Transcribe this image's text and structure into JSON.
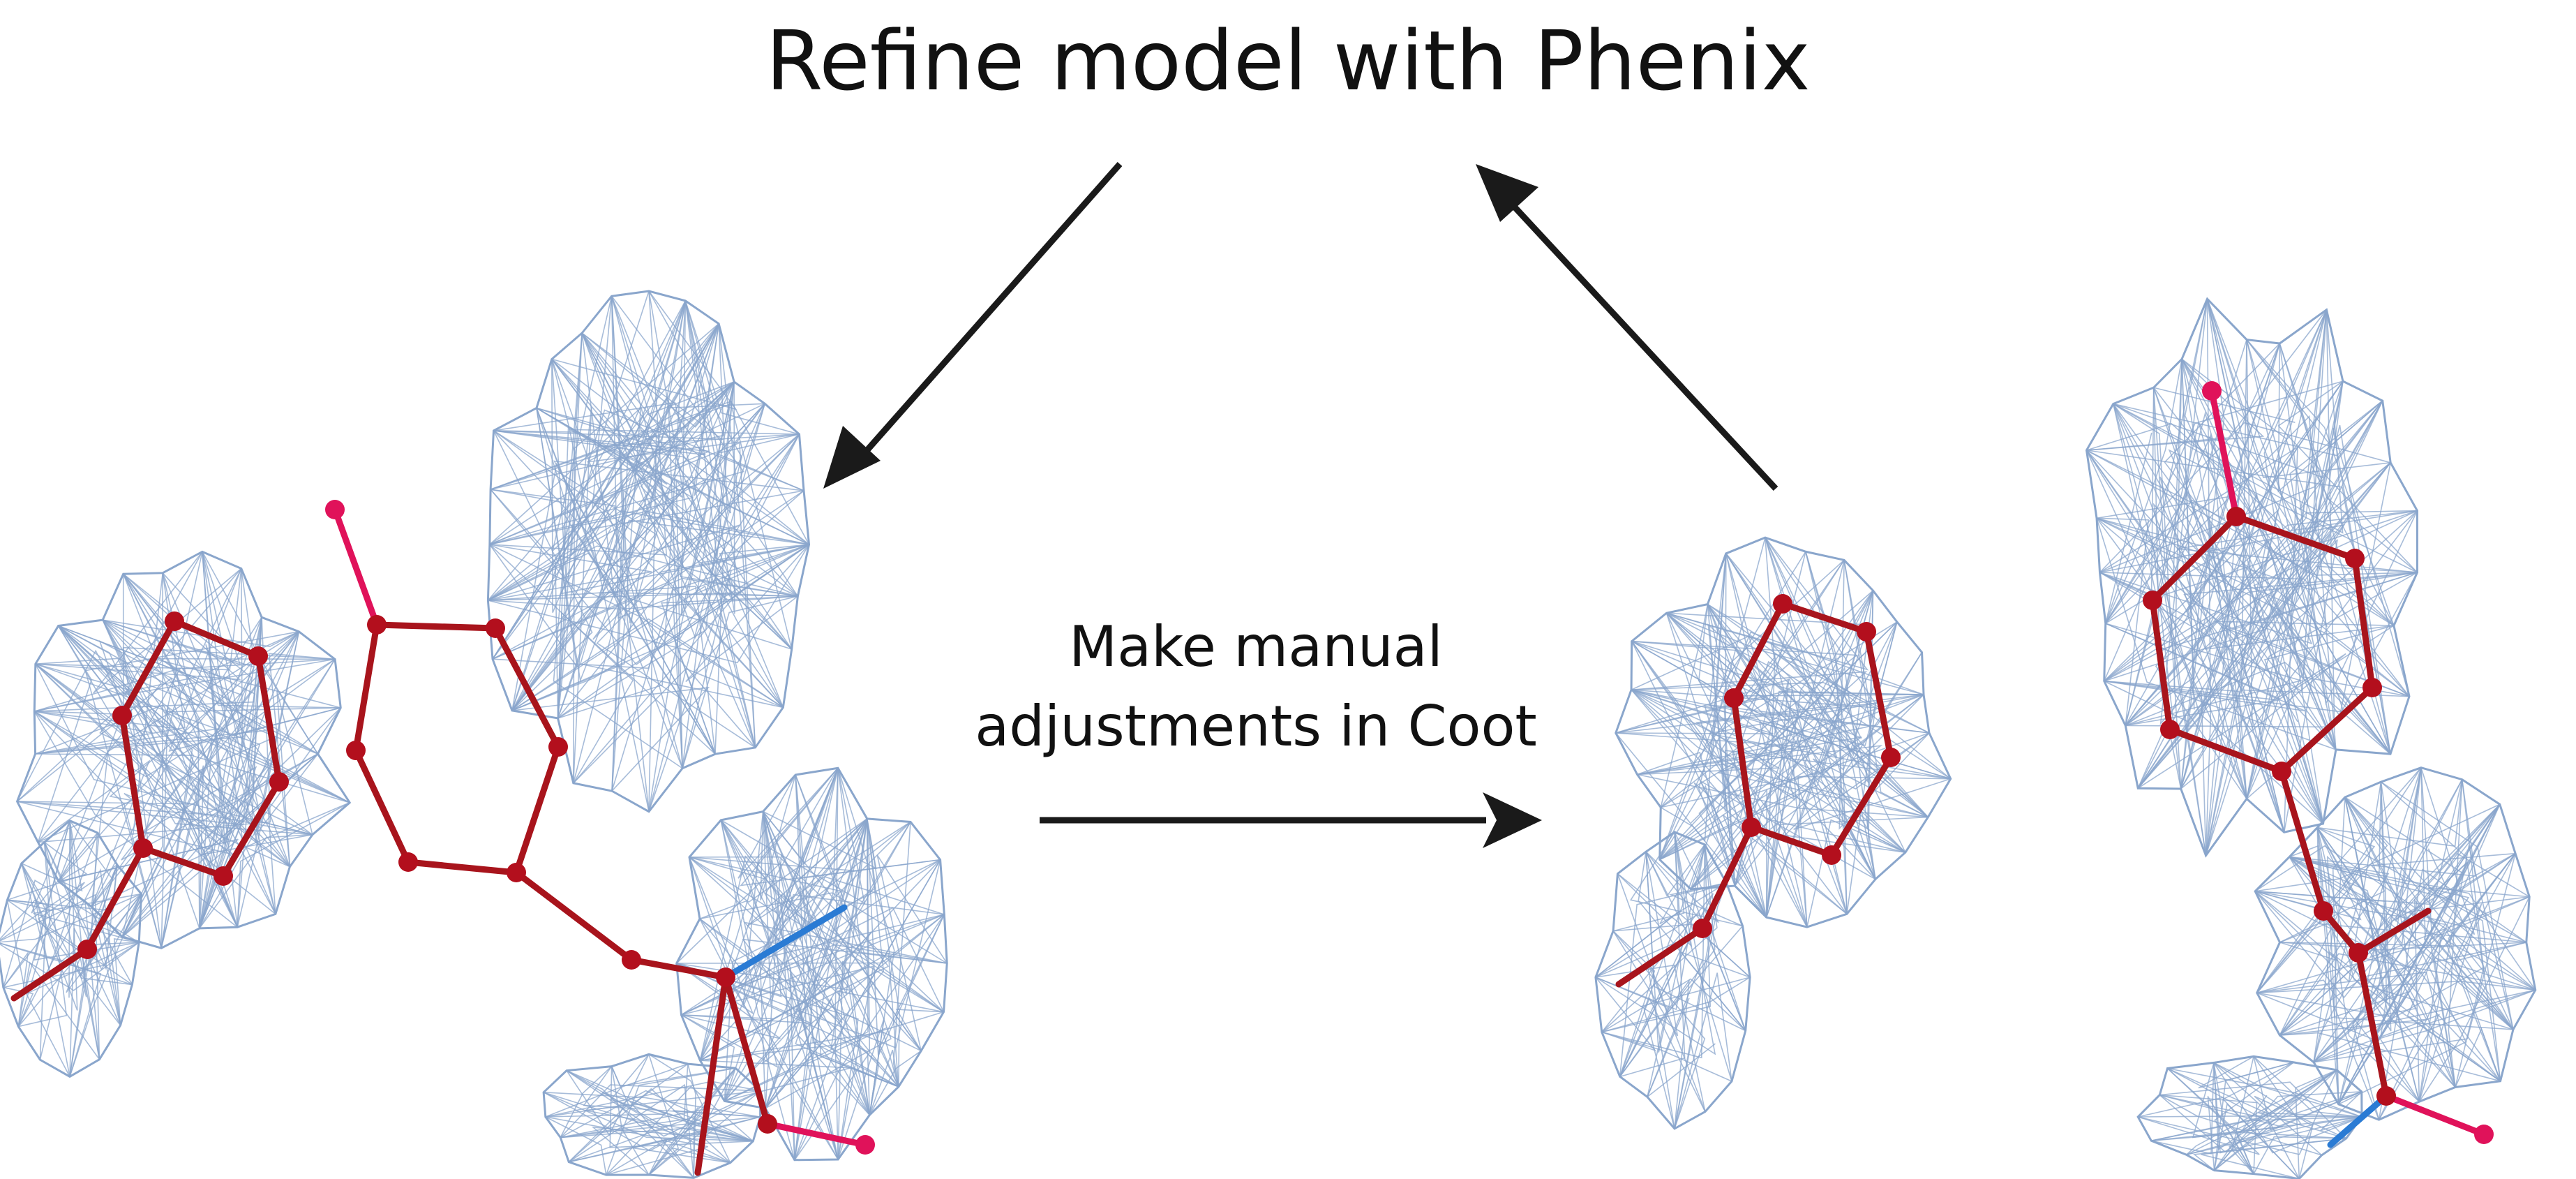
{
  "title": "Refine model with Phenix",
  "manual_step": {
    "line1": "Make manual",
    "line2": "adjustments in Coot"
  },
  "colors": {
    "mesh": "#8aa6cc",
    "bond": "#a8141c",
    "atom": "#b30f1d",
    "oxygen": "#e0125a",
    "nitrogen": "#2a7bd4",
    "arrow": "#1a1a1a"
  }
}
